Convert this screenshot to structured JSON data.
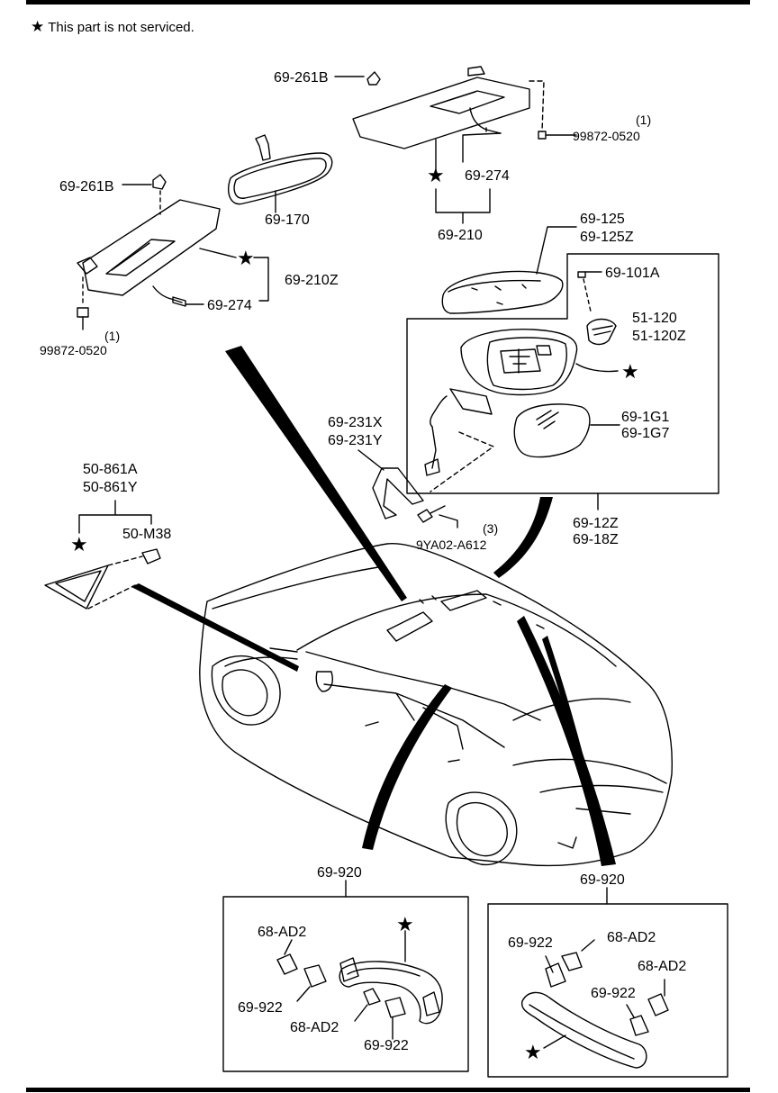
{
  "note": {
    "star": "★",
    "text": "This part is not serviced."
  },
  "labels": {
    "visor_clip_right": "69-261B",
    "visor_clip_left": "69-261B",
    "screw_right_qty": "(1)",
    "screw_right": "99872-0520",
    "screw_left_qty": "(1)",
    "screw_left": "99872-0520",
    "mirror_inner": "69-170",
    "visor_bulb_right": "69-274",
    "visor_bulb_left": "69-274",
    "visor_right_assy": "69-210",
    "visor_left_assy": "69-210Z",
    "mirror_cover_a": "69-125",
    "mirror_cover_b": "69-125Z",
    "mirror_clip": "69-101A",
    "mirror_lamp_a": "51-120",
    "mirror_lamp_b": "51-120Z",
    "mirror_glass_a": "69-1G1",
    "mirror_glass_b": "69-1G7",
    "garnish_a": "69-231X",
    "garnish_b": "69-231Y",
    "bolt_qty": "(3)",
    "bolt": "9YA02-A612",
    "outer_mirror_a": "69-12Z",
    "outer_mirror_b": "69-18Z",
    "triangle_a": "50-861A",
    "triangle_b": "50-861Y",
    "triangle_clip": "50-M38",
    "grip_left_assy": "69-920",
    "grip_left_cap_a": "68-AD2",
    "grip_left_bracket_a": "69-922",
    "grip_left_cap_b": "68-AD2",
    "grip_left_bracket_b": "69-922",
    "grip_right_assy": "69-920",
    "grip_right_bracket_a": "69-922",
    "grip_right_cap_a": "68-AD2",
    "grip_right_cap_b": "68-AD2",
    "grip_right_bracket_b": "69-922",
    "star": "★"
  }
}
